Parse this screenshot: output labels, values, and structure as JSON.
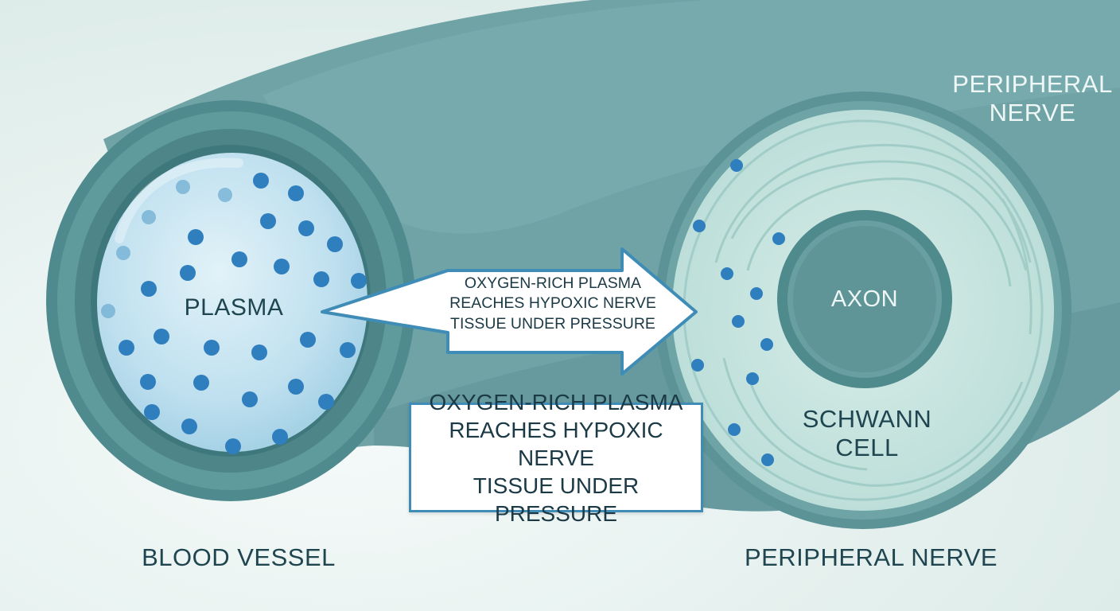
{
  "labels": {
    "plasma": "PLASMA",
    "axon": "AXON",
    "schwann_cell": [
      "SCHWANN",
      "CELL"
    ],
    "peripheral_nerve_top": [
      "PERIPHERAL",
      "NERVE"
    ],
    "blood_vessel": "BLOOD VESSEL",
    "peripheral_nerve_bottom": "PERIPHERAL NERVE"
  },
  "arrow_callout": [
    "OXYGEN-RICH PLASMA",
    "REACHES HYPOXIC NERVE",
    "TISSUE UNDER PRESSURE"
  ],
  "box_callout": [
    "OXYGEN-RICH PLASMA",
    "REACHES HYPOXIC NERVE",
    "TISSUE UNDER PRESSURE"
  ],
  "colors": {
    "background": "#eaf3f1",
    "tube": "#6fa3a6",
    "plasma": "#bfe0ef",
    "oxygen_dot": "#2f7fbf",
    "axon": "#5f9597",
    "callout_border": "#3f8cb6"
  }
}
